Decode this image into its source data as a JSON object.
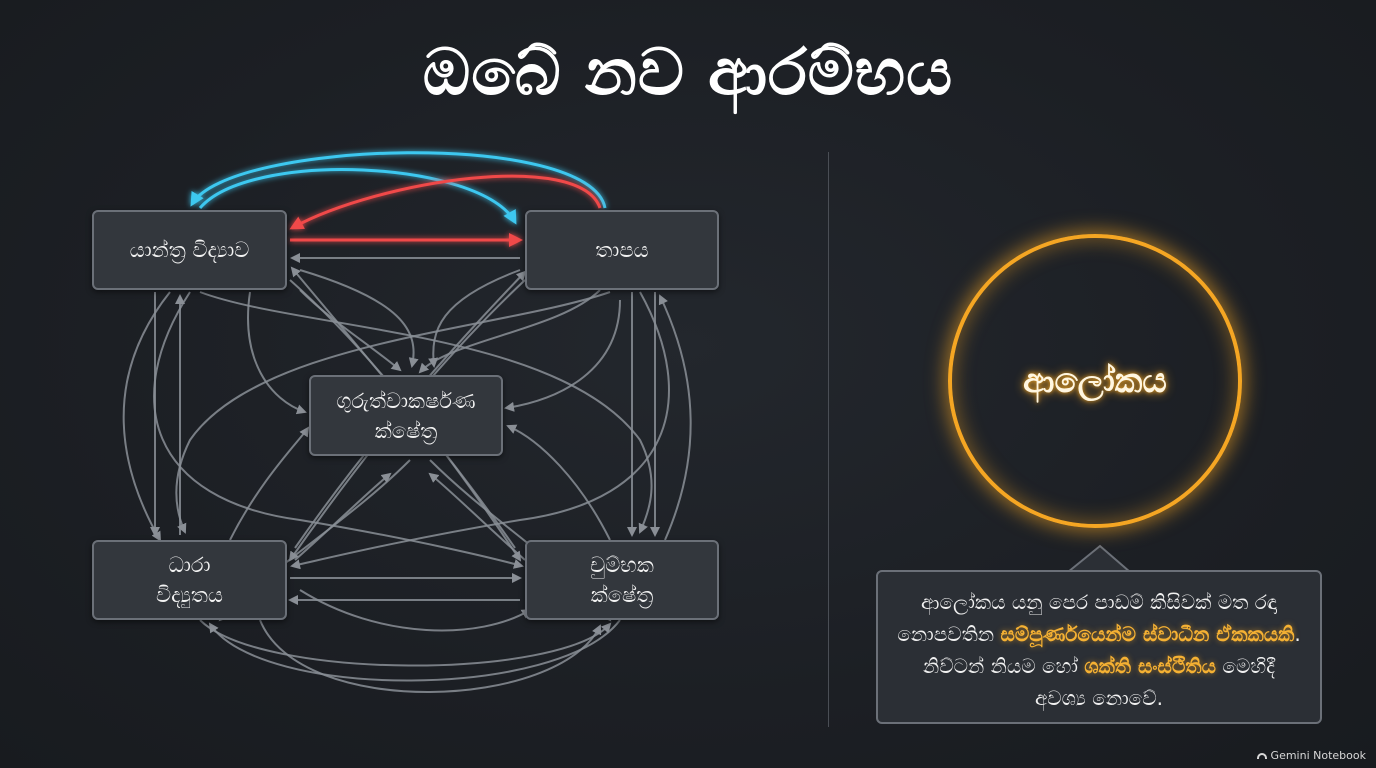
{
  "title": "ඔබේ නව ආරම්භය",
  "diagram": {
    "nodes": {
      "mechanics": "යාන්ත්‍ර විද්‍යාව",
      "heat": "තාපය",
      "gravity_line1": "ගුරුත්වාකර්ෂණ",
      "gravity_line2": "ක්ෂේත්‍ර",
      "current_line1": "ධාරා",
      "current_line2": "විද්‍යුතය",
      "magnetic_line1": "චුම්භක",
      "magnetic_line2": "ක්ෂේත්‍ර"
    },
    "colors": {
      "gray_arrow": "#8a8f96",
      "blue_arrow": "#3cc8f0",
      "red_arrow": "#f04848",
      "ring": "#f5a623"
    }
  },
  "light": {
    "label": "ආලෝකය"
  },
  "callout": {
    "part1": "ආලෝකය යනු පෙර පාඩම් කිසිවක් මත රඳා නොපවතින ",
    "highlight1": "සම්පූර්ණයෙන්ම ස්වාධීන ඒකකයකි",
    "part2": ". නිව්ටන් නියම හෝ ",
    "highlight2": "ශක්ති සංස්ථිතිය",
    "part3": " මෙහිදී අවශ්‍ය නොවේ."
  },
  "watermark": "Gemini Notebook"
}
